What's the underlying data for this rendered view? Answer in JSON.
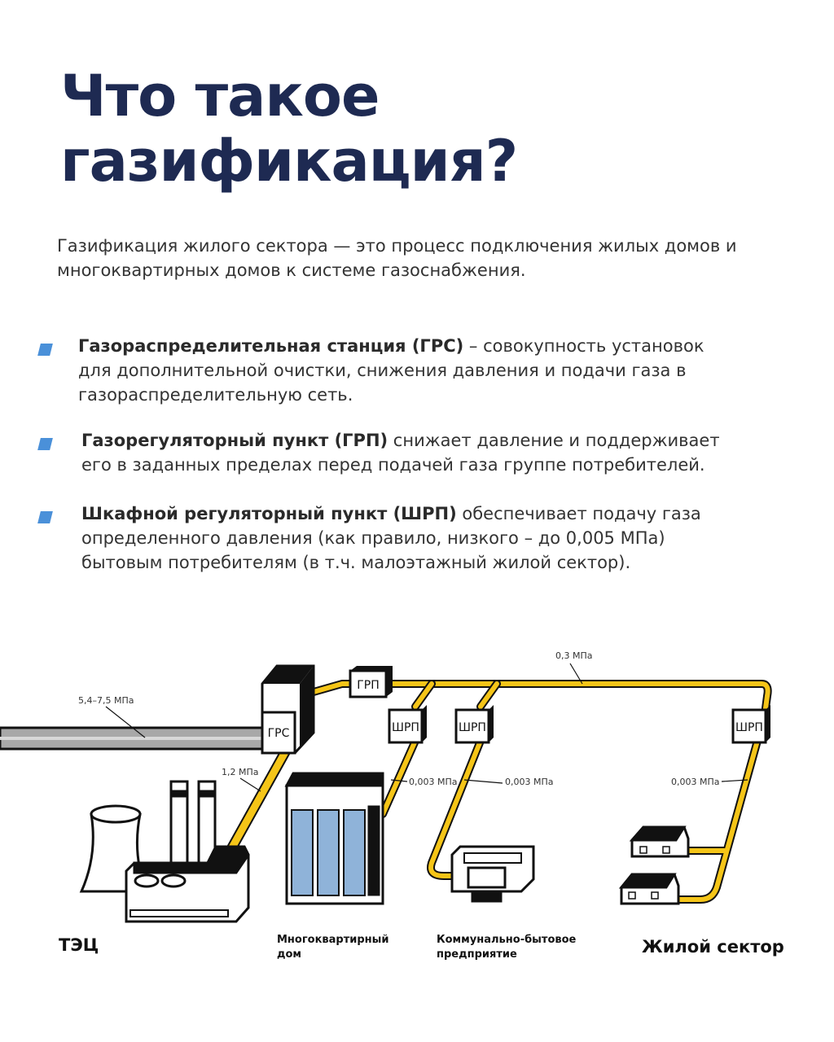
{
  "title": {
    "line1": "Что такое",
    "line2": "газификация?"
  },
  "intro": "Газификация жилого сектора — это процесс подключения жилых домов и многоквартирных домов к системе газоснабжения.",
  "bullets": [
    {
      "term": "Газораспределительная станция (ГРС)",
      "text": " – совокупность установок для дополнительной очистки, снижения давления и подачи газа в газораспределительную сеть."
    },
    {
      "term": "Газорегуляторный пункт (ГРП)",
      "text": " снижает давление и поддерживает его в заданных пределах перед подачей газа группе потребителей."
    },
    {
      "term": "Шкафной регуляторный пункт (ШРП)",
      "text": " обеспечивает подачу газа определенного давления (как правило, низкого – до 0,005 МПа) бытовым потребителям (в т.ч. малоэтажный жилой сектор)."
    }
  ],
  "diagram": {
    "pressures": {
      "main": "5,4–7,5 МПа",
      "tec": "1,2 МПа",
      "grp": "0,3 МПа",
      "shrp1": "0,003 МПа",
      "shrp2": "0,003 МПа",
      "shrp3": "0,003 МПа"
    },
    "nodes": {
      "grs": "ГРС",
      "grp": "ГРП",
      "shrp": "ШРП"
    },
    "consumers": {
      "tec": "ТЭЦ",
      "apartment_line1": "Многоквартирный",
      "apartment_line2": "дом",
      "utility_line1": "Коммунально-бытовое",
      "utility_line2": "предприятие",
      "residential": "Жилой сектор"
    }
  },
  "colors": {
    "title": "#1e2a52",
    "marker": "#4a90d9",
    "pipe_yellow": "#f5c518",
    "pipe_gray": "#a8a8a8"
  }
}
